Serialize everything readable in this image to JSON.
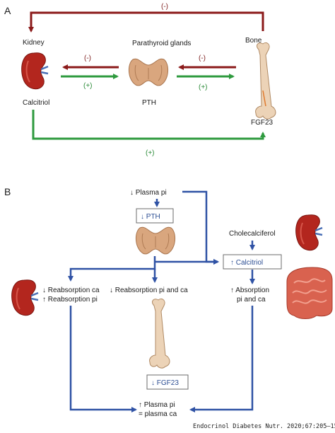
{
  "panels": {
    "a": {
      "letter": "A",
      "labels": {
        "kidney": "Kidney",
        "parathyroid": "Parathyroid glands",
        "bone": "Bone",
        "calcitriol": "Calcitriol",
        "pth": "PTH",
        "fgf23": "FGF23"
      },
      "signs": {
        "top": "(-)",
        "pth_to_kidney": "(-)",
        "kidney_to_pth": "(+)",
        "bone_to_pth": "(-)",
        "pth_to_bone": "(+)",
        "bottom": "(+)"
      }
    },
    "b": {
      "letter": "B",
      "labels": {
        "plasma_pi": "↓ Plasma pi",
        "pth_box": "↓ PTH",
        "cholecalciferol": "Cholecalciferol",
        "calcitriol_box": "↑ Calcitriol",
        "kidney_effect_1": "↓ Reabsorption ca",
        "kidney_effect_2": "↑ Reabsorption pi",
        "bone_effect": "↓ Reabsorption pi and ca",
        "gut_effect_1": "↑ Absorption",
        "gut_effect_2": "pi and ca",
        "fgf23_box": "↓ FGF23",
        "result_1": "↑ Plasma pi",
        "result_2": "= plasma ca"
      }
    }
  },
  "citation": "Endocrinol Diabetes Nutr. 2020;67:205–15",
  "colors": {
    "red_arrow": "#8b1a1a",
    "green_arrow": "#2e9a3e",
    "blue_arrow": "#2f52a5",
    "box_border": "#6b6b6b",
    "kidney": "#b3261e",
    "gland": "#d9a67e",
    "bone": "#ecd3b7",
    "intestine": "#d9624f"
  }
}
